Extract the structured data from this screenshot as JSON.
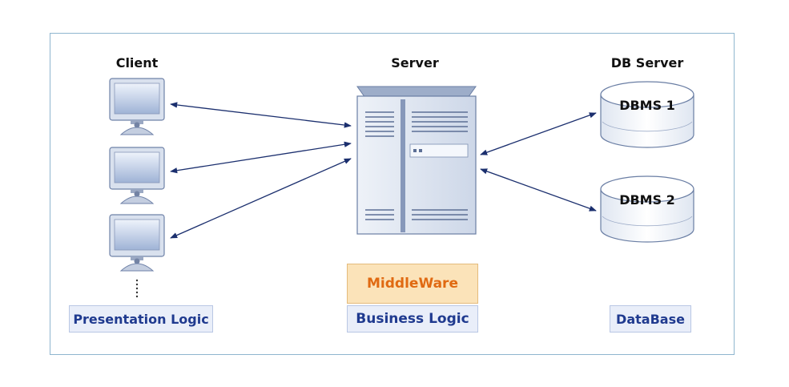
{
  "headings": {
    "client": "Client",
    "server": "Server",
    "db_server": "DB Server"
  },
  "databases": [
    {
      "label": "DBMS 1"
    },
    {
      "label": "DBMS 2"
    }
  ],
  "middleware": "MiddleWare",
  "logic_layers": {
    "presentation": "Presentation Logic",
    "business": "Business Logic",
    "database": "DataBase"
  },
  "icons": {
    "client": "monitor-icon",
    "server": "server-tower-icon",
    "database": "database-cylinder-icon",
    "continuation": "vertical-ellipsis-icon"
  },
  "colors": {
    "frame": "#8fb6cf",
    "arrow": "#1b2f6e",
    "logic_text": "#1f3a8f",
    "logic_fill": "#e9eef9",
    "middleware_text": "#e06a12",
    "middleware_fill": "#fbe3b9"
  }
}
